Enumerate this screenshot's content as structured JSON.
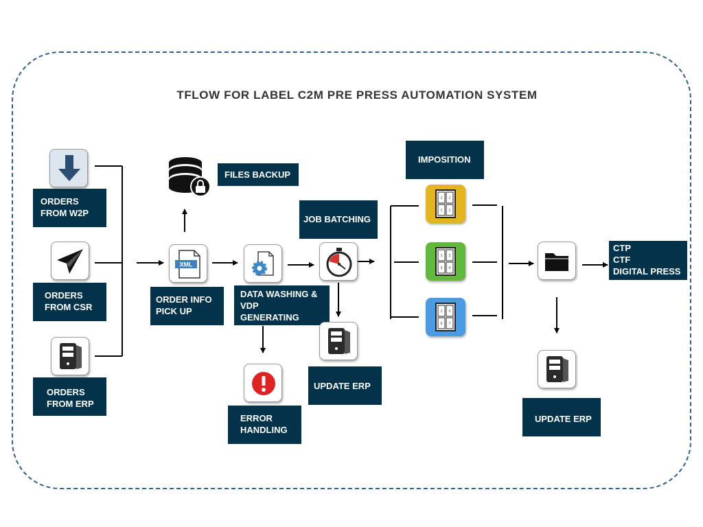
{
  "title": "TFLOW FOR LABEL C2M PRE PRESS AUTOMATION SYSTEM",
  "colors": {
    "label_bg": "#02334b",
    "frame": "#2c5f8d",
    "yellow": "#e3b51e",
    "green": "#62b83a",
    "blue": "#4a9be3",
    "error_red": "#e02222",
    "gear_blue": "#3b88c9"
  },
  "labels": {
    "orders_w2p": [
      "ORDERS",
      "FROM W2P"
    ],
    "orders_csr": [
      "ORDERS",
      "FROM CSR"
    ],
    "orders_erp": [
      "ORDERS",
      "FROM ERP"
    ],
    "files_backup": [
      "FILES BACKUP"
    ],
    "order_info": [
      "ORDER INFO",
      "PICK UP"
    ],
    "data_washing": [
      "DATA WASHING &",
      "VDP",
      "GENERATING"
    ],
    "error_handling": [
      "ERROR",
      "HANDLING"
    ],
    "job_batching": [
      "JOB BATCHING"
    ],
    "update_erp_1": [
      "UPDATE ERP"
    ],
    "imposition": [
      "IMPOSITION"
    ],
    "output": [
      "CTP",
      "CTF",
      "DIGITAL PRESS"
    ],
    "update_erp_2": [
      "UPDATE ERP"
    ]
  },
  "icons": {
    "download": "download-arrow-icon",
    "send": "paper-plane-icon",
    "server": "server-icon",
    "database": "database-lock-icon",
    "xml": "xml-file-icon",
    "gear_doc": "document-gear-icon",
    "error": "error-icon",
    "stopwatch": "stopwatch-icon",
    "folder": "folder-icon"
  },
  "xml_badge": "XML",
  "imposition_layouts": [
    {
      "color": "yellow",
      "numbers": [
        "1",
        "1",
        "1",
        "1"
      ]
    },
    {
      "color": "green",
      "numbers": [
        "1",
        "2",
        "3",
        "4"
      ]
    },
    {
      "color": "blue",
      "numbers": [
        "1",
        "3",
        "5",
        "7"
      ]
    }
  ]
}
